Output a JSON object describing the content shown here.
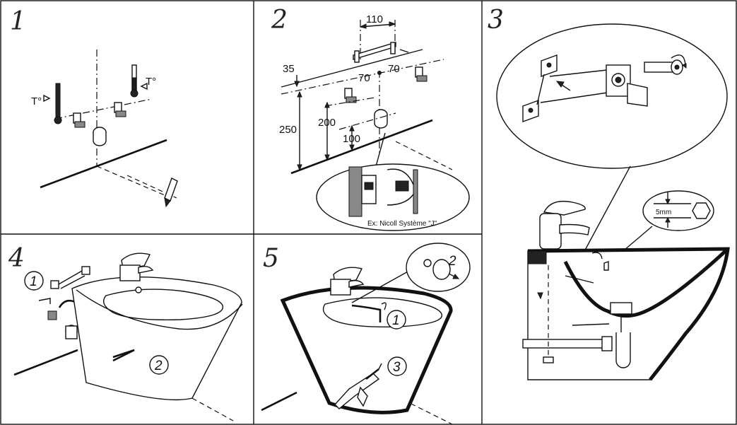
{
  "panels": [
    {
      "step": "1",
      "labels": {
        "cold": "T°",
        "hot": "T°"
      }
    },
    {
      "step": "2",
      "dims": {
        "width": "110",
        "top_offset": "35",
        "left_spacing": "70",
        "right_spacing": "70",
        "h250": "250",
        "h200": "200",
        "h100": "100"
      },
      "caption": "Ex: Nicoll Système \"J\""
    },
    {
      "step": "3",
      "hex_label": "5mm"
    },
    {
      "step": "4",
      "callouts": [
        "1",
        "2"
      ]
    },
    {
      "step": "5",
      "callouts": [
        "1",
        "2",
        "3"
      ]
    }
  ]
}
